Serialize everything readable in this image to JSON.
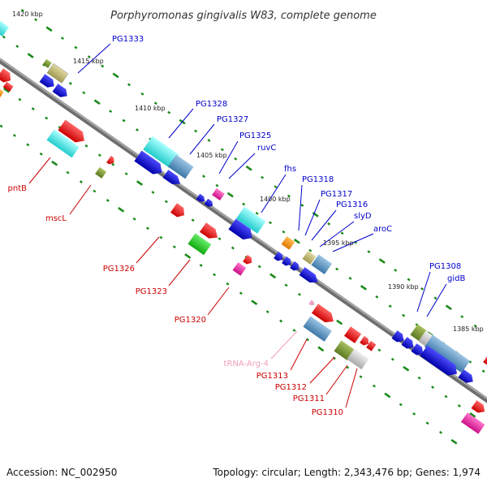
{
  "title": "Porphyromonas gingivalis W83, complete genome",
  "footer": {
    "accession": "Accession: NC_002950",
    "summary": "Topology: circular; Length: 2,343,476 bp; Genes: 1,974"
  },
  "ruler": [
    "1420 kbp",
    "1415 kbp",
    "1410 kbp",
    "1405 kbp",
    "1400 kbp",
    "1395 kbp",
    "1390 kbp",
    "1385 kbp"
  ],
  "labels_upper": [
    "PG1333",
    "PG1328",
    "PG1327",
    "PG1325",
    "ruvC",
    "fhs",
    "PG1318",
    "PG1317",
    "PG1316",
    "slyD",
    "aroC",
    "PG1308",
    "gidB"
  ],
  "labels_lower": [
    "pntB",
    "mscL",
    "PG1326",
    "PG1323",
    "PG1320",
    "tRNA-Arg-4",
    "PG1313",
    "PG1312",
    "PG1311",
    "PG1310"
  ],
  "colors": {
    "upper_label": "#0000cc",
    "lower_label": "#cc0000",
    "trna_label": "#f0a0b8",
    "backbone": "#888888",
    "tick": "#1a8a1a"
  }
}
